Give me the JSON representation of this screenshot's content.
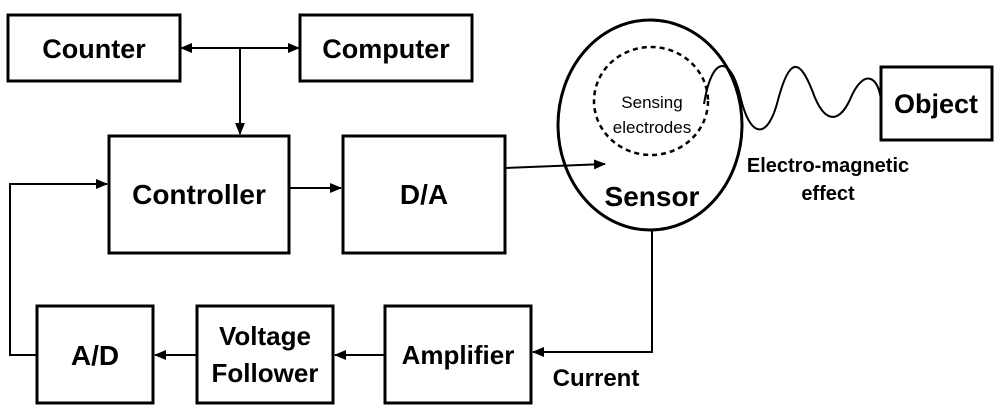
{
  "blocks": {
    "counter": "Counter",
    "computer": "Computer",
    "controller": "Controller",
    "da": "D/A",
    "object": "Object",
    "ad": "A/D",
    "voltage_follower_line1": "Voltage",
    "voltage_follower_line2": "Follower",
    "amplifier": "Amplifier"
  },
  "sensor": {
    "label": "Sensor",
    "electrodes_line1": "Sensing",
    "electrodes_line2": "electrodes"
  },
  "annotations": {
    "em_line1": "Electro-magnetic",
    "em_line2": "effect",
    "current": "Current"
  }
}
